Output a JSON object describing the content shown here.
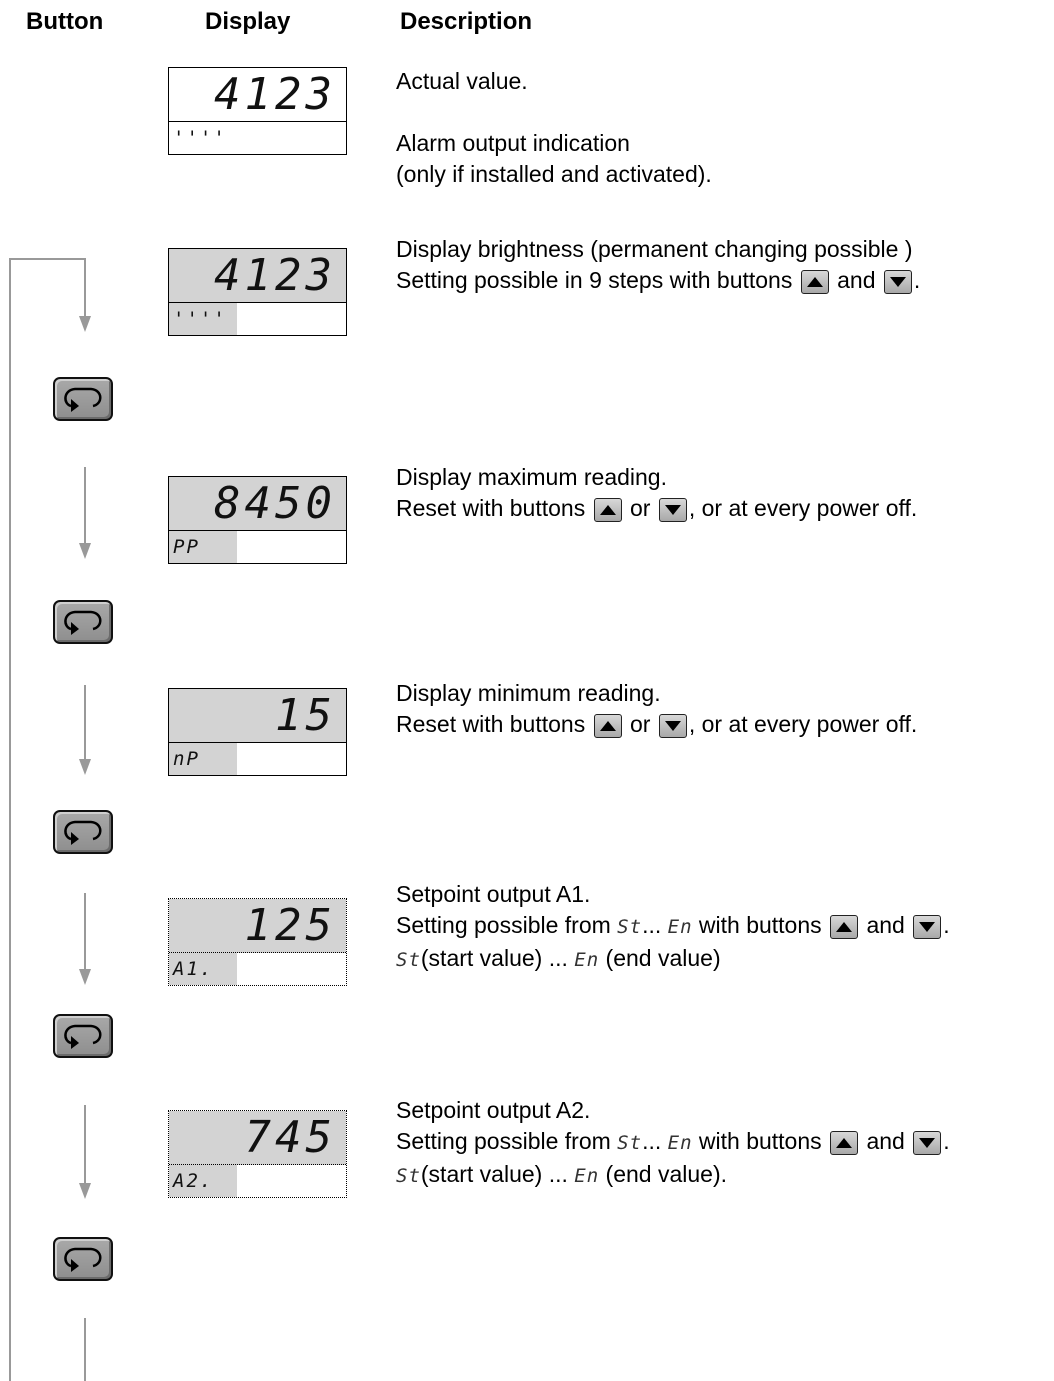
{
  "headers": {
    "button": "Button",
    "display": "Display",
    "description": "Description"
  },
  "rows": [
    {
      "display_main": "4123",
      "display_sub": "''''",
      "style": "plain",
      "lines": [
        "Actual value.",
        "",
        "Alarm output indication",
        "(only if installed and activated)."
      ]
    },
    {
      "display_main": "4123",
      "display_sub": "''''",
      "style": "lit",
      "line1": "Display brightness (permanent changing possible )",
      "line2_pre": "Setting possible in 9 steps with buttons",
      "line2_mid": "and",
      "line2_post": "."
    },
    {
      "display_main": "8450",
      "display_sub": "PP",
      "style": "lit",
      "line1": "Display maximum reading.",
      "line2_pre": "Reset with buttons",
      "line2_mid": "or",
      "line2_post": ", or at every power off."
    },
    {
      "display_main": "15",
      "display_sub": "nP",
      "style": "lit",
      "line1": "Display minimum reading.",
      "line2_pre": "Reset with buttons",
      "line2_mid": "or",
      "line2_post": ", or at every power off."
    },
    {
      "display_main": "125",
      "display_sub": "A1.",
      "style": "dotted",
      "line1": "Setpoint output A1.",
      "line2_pre": "Setting possible from",
      "seg_st": "St",
      "dots": "...",
      "seg_en": "En",
      "line2_with": "with buttons",
      "line2_mid": "and",
      "line2_post": ".",
      "line3_a": "(start value) ...",
      "line3_b": "(end value)"
    },
    {
      "display_main": "745",
      "display_sub": "A2.",
      "style": "dotted",
      "line1": "Setpoint output A2.",
      "line2_pre": "Setting possible from",
      "seg_st": "St",
      "dots": "...",
      "seg_en": "En",
      "line2_with": "with buttons",
      "line2_mid": "and",
      "line2_post": ".",
      "line3_a": "(start value) ...",
      "line3_b": "(end value)."
    }
  ],
  "icons": {
    "cycle": "cycle-button-icon",
    "up": "up-arrow-key-icon",
    "down": "down-arrow-key-icon"
  },
  "colors": {
    "lcd_lit": "#d3d3d3",
    "arrow": "#999999",
    "button": "#9a9a9a"
  }
}
